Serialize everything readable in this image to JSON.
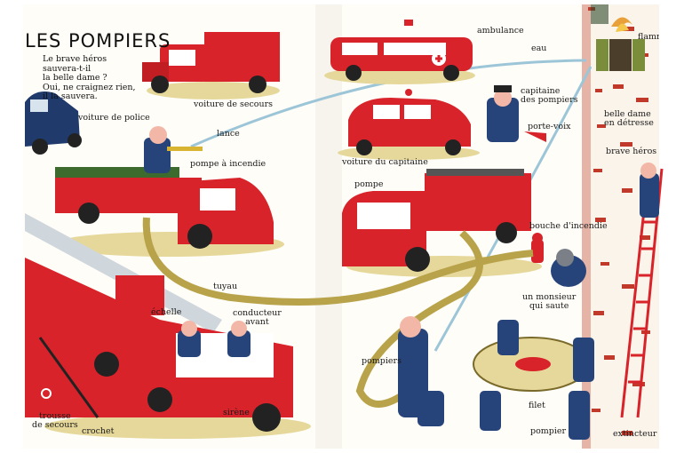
{
  "title": "LES POMPIERS",
  "intro_lines": [
    "Le brave héros",
    "sauvera-t-il",
    "la belle dame ?",
    "Oui, ne craignez rien,",
    "il la sauvera."
  ],
  "labels": {
    "voiture_secours": "voiture de secours",
    "voiture_police": "voiture de police",
    "lance": "lance",
    "pompe_incendie": "pompe à incendie",
    "ambulance": "ambulance",
    "eau": "eau",
    "flammes": "flammes",
    "capitaine": [
      "capitaine",
      "des pompiers"
    ],
    "porte_voix": "porte-voix",
    "voiture_capitaine": "voiture du capitaine",
    "belle_dame": [
      "belle dame",
      "en détresse"
    ],
    "brave_heros": "brave héros",
    "pompe": "pompe",
    "bouche": "bouche d'incendie",
    "tuyau": "tuyau",
    "echelle": "échelle",
    "conducteur": [
      "conducteur",
      "avant"
    ],
    "monsieur": [
      "un monsieur",
      "qui saute"
    ],
    "pompiers": "pompiers",
    "trousse": [
      "trousse",
      "de secours"
    ],
    "crochet": "crochet",
    "sirene": "sirène",
    "filet": "filet",
    "pompier": "pompier",
    "extincteur": "extincteur"
  },
  "colors": {
    "truck_red": "#d8232a",
    "uniform_blue": "#27447a",
    "police_blue": "#1f3a6b",
    "brick": "#c0392b",
    "hose": "#b8a34a",
    "water": "#9cc6d8",
    "ground": "#e6d89a"
  }
}
